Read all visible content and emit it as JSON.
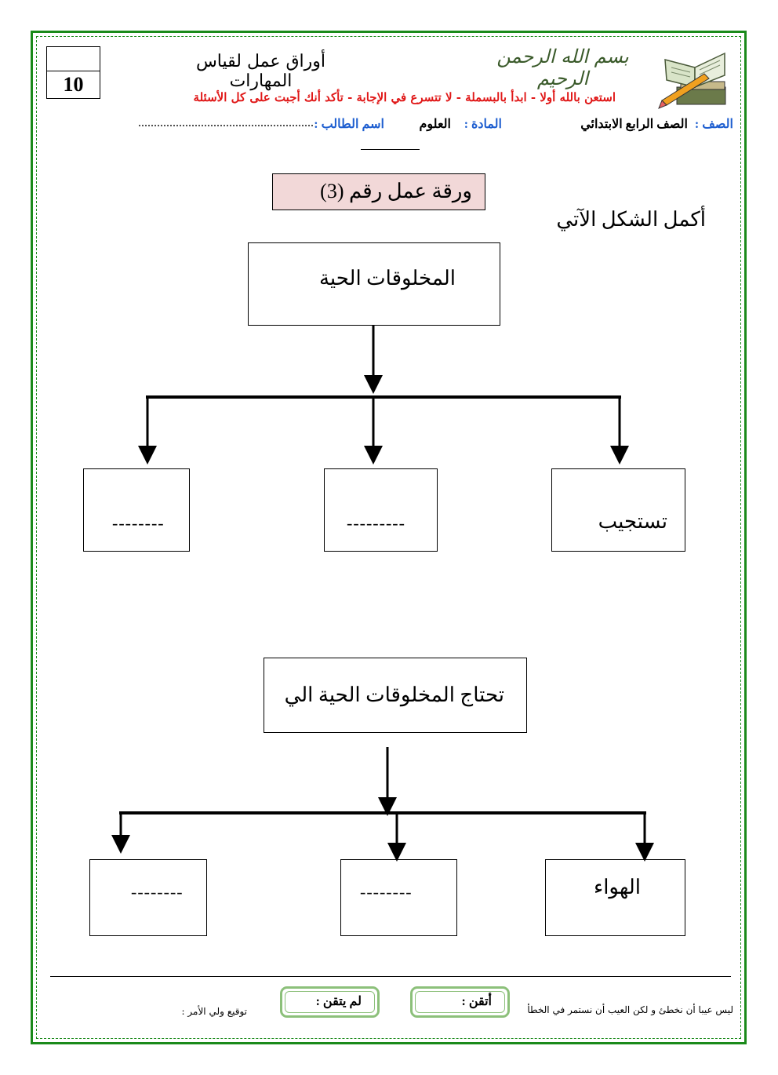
{
  "header": {
    "score": "10",
    "worksheet_series": "أوراق عمل لقياس المهارات",
    "basmala": "بسم الله الرحمن الرحيم",
    "instructions": "استعن بالله أولا  -   ابدأ بالبسملة  - لا تتسرع في الإجابة  -  تأكد أنك أجبت على كل الأسئلة"
  },
  "info": {
    "grade_label": "الصف :",
    "grade_value": "الصف الرابع الابتدائي",
    "subject_label": "المادة :",
    "subject_value": "العلوم",
    "student_label": "اسم الطالب :",
    "student_line": "........................................................"
  },
  "worksheet": {
    "title": "ورقة  عمل رقم (3)",
    "instruction": "أكمل  الشكل الآتي"
  },
  "diagram1": {
    "root": "المخلوقات الحية",
    "children": [
      "تستجيب",
      "---------",
      "--------"
    ]
  },
  "diagram2": {
    "root": "تحتاج المخلوقات الحية الي",
    "children": [
      "الهواء",
      "--------",
      "--------"
    ]
  },
  "footer": {
    "motto": "ليس عيبا أن نخطئ و لكن العيب أن نستمر في الخطأ",
    "mastered_label": "أتقن :",
    "not_mastered_label": "لم يتقن :",
    "parent_signature": "توقيع ولي الأمر :"
  },
  "colors": {
    "frame": "#1a8a1a",
    "instructions": "#e01818",
    "info_labels": "#1f5fd0",
    "title_box": "#f2d8d8",
    "eval_border": "#8cc07a"
  }
}
